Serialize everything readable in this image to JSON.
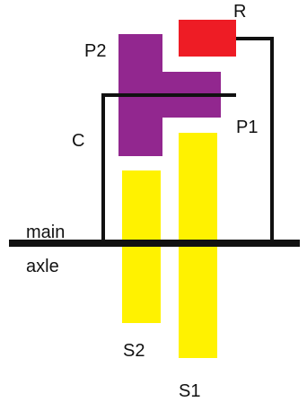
{
  "labels": {
    "ring": "R",
    "planet_2": "P2",
    "planet_1": "P1",
    "carrier": "C",
    "main_axle_line1": "main",
    "main_axle_line2": "axle",
    "sun_2": "S2",
    "sun_1": "S1"
  },
  "colors": {
    "ring": "#ee1c25",
    "planet": "#92278f",
    "sun": "#fff200",
    "line": "#111111"
  }
}
